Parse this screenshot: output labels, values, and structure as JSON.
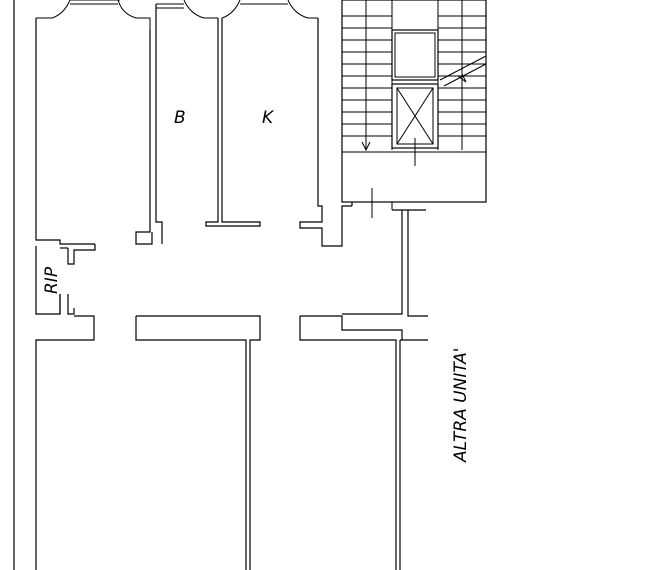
{
  "labels": {
    "room_b": "B",
    "room_k": "K",
    "room_rip": "RIP",
    "other_unit": "ALTRA UNITA'"
  },
  "colors": {
    "background": "#ffffff",
    "lines": "#000000"
  }
}
